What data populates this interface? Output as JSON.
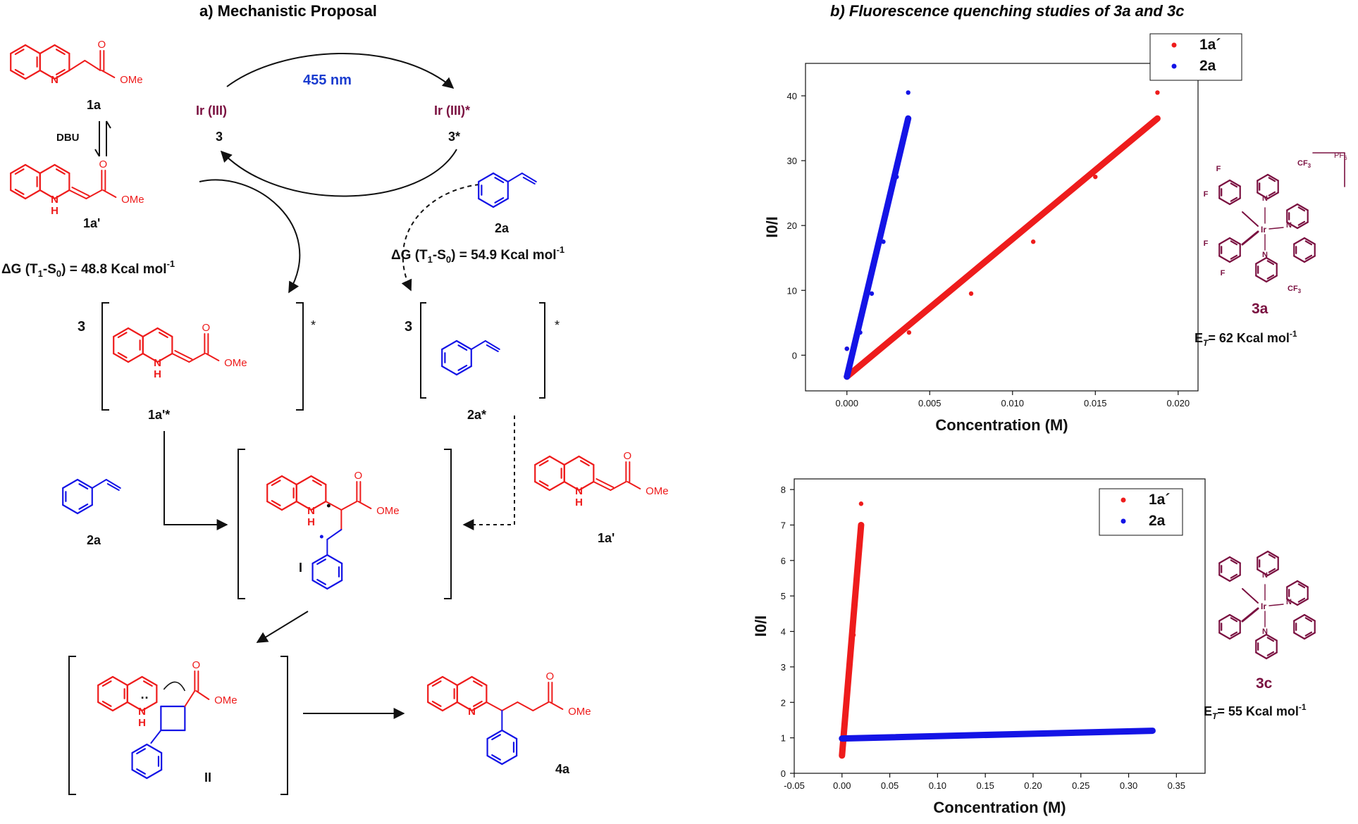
{
  "panel_a": {
    "title": "a)  Mechanistic Proposal",
    "light": "455 nm",
    "catalyst": "Ir (III)",
    "catalyst_excited": "Ir (III)*",
    "cat_num": "3",
    "cat_excited_num": "3*",
    "base": "DBU",
    "labels": {
      "l1a": "1a",
      "l1a_prime": "1a'",
      "l2a": "2a",
      "l1a_star": "1a'*",
      "l2a_star": "2a*",
      "l2a_lower": "2a",
      "l1a_prime_right": "1a'",
      "int_I": "I",
      "int_II": "II",
      "l4a": "4a"
    },
    "triplet": "3",
    "star": "*",
    "ome": "OMe",
    "n": "N",
    "h": "H",
    "dg_left_prefix": "ΔG (T",
    "dg_left_s1": "1",
    "dg_left_mid": "-S",
    "dg_left_s2": "0",
    "dg_left_value": ") = 48.8 Kcal mol",
    "dg_left_exp": "-1",
    "dg_right_prefix": "ΔG (T",
    "dg_right_s1": "1",
    "dg_right_mid": "-S",
    "dg_right_s2": "0",
    "dg_right_value": ") = 54.9 Kcal mol",
    "dg_right_exp": "-1",
    "lone_pair": "··"
  },
  "panel_b": {
    "title": "b) Fluorescence quenching studies of 3a and 3c",
    "cat_3a": {
      "label": "3a",
      "et_prefix": "E",
      "et_sub": "T",
      "et_value": "= 62 Kcal mol",
      "et_exp": "-1",
      "counterion": "PF",
      "counterion_sub": "6",
      "cf3": "CF",
      "cf3_sub": "3",
      "f": "F",
      "ir": "Ir",
      "n": "N"
    },
    "cat_3c": {
      "label": "3c",
      "et_prefix": "E",
      "et_sub": "T",
      "et_value": "= 55 Kcal mol",
      "et_exp": "-1",
      "ir": "Ir",
      "n": "N"
    }
  },
  "colors": {
    "red": "#ee1c1c",
    "blue": "#1414e6",
    "maroon": "#7a1040",
    "black": "#111111"
  },
  "chart_data": [
    {
      "type": "scatter",
      "title": "",
      "xlabel": "Concentration (M)",
      "ylabel": "I0/I",
      "xlim": [
        -0.0025,
        0.0212
      ],
      "ylim": [
        -5.5,
        45
      ],
      "xticks": [
        0.0,
        0.005,
        0.01,
        0.015,
        0.02
      ],
      "xtick_labels": [
        "0.000",
        "0.005",
        "0.010",
        "0.015",
        "0.020"
      ],
      "yticks": [
        0,
        10,
        20,
        30,
        40
      ],
      "ytick_labels": [
        "0",
        "10",
        "20",
        "30",
        "40"
      ],
      "legend": "top-center",
      "series": [
        {
          "name": "1a´",
          "color": "#ee1c1c",
          "points": [
            [
              0.0,
              1.0
            ],
            [
              0.00375,
              3.5
            ],
            [
              0.0075,
              9.5
            ],
            [
              0.01125,
              17.5
            ],
            [
              0.015,
              27.5
            ],
            [
              0.01875,
              40.5
            ]
          ],
          "fit": [
            [
              0.0,
              -3.3
            ],
            [
              0.01875,
              36.5
            ]
          ]
        },
        {
          "name": "2a",
          "color": "#1414e6",
          "points": [
            [
              0.0,
              1.0
            ],
            [
              0.0008,
              3.5
            ],
            [
              0.0015,
              9.5
            ],
            [
              0.0022,
              17.5
            ],
            [
              0.003,
              27.5
            ],
            [
              0.0037,
              40.5
            ]
          ],
          "fit": [
            [
              0.0,
              -3.3
            ],
            [
              0.0037,
              36.5
            ]
          ]
        }
      ]
    },
    {
      "type": "scatter",
      "title": "",
      "xlabel": "Concentration (M)",
      "ylabel": "I0/I",
      "xlim": [
        -0.05,
        0.38
      ],
      "ylim": [
        0,
        8.3
      ],
      "xticks": [
        -0.05,
        0.0,
        0.05,
        0.1,
        0.15,
        0.2,
        0.25,
        0.3,
        0.35
      ],
      "xtick_labels": [
        "-0.05",
        "0.00",
        "0.05",
        "0.10",
        "0.15",
        "0.20",
        "0.25",
        "0.30",
        "0.35"
      ],
      "yticks": [
        0,
        1,
        2,
        3,
        4,
        5,
        6,
        7,
        8
      ],
      "ytick_labels": [
        "0",
        "1",
        "2",
        "3",
        "4",
        "5",
        "6",
        "7",
        "8"
      ],
      "legend": "top-center",
      "series": [
        {
          "name": "1a´",
          "color": "#ee1c1c",
          "points": [
            [
              0.0,
              1.0
            ],
            [
              0.004,
              1.9
            ],
            [
              0.008,
              2.9
            ],
            [
              0.012,
              3.9
            ],
            [
              0.016,
              5.8
            ],
            [
              0.02,
              7.6
            ]
          ],
          "fit": [
            [
              0.0,
              0.5
            ],
            [
              0.02,
              7.0
            ]
          ]
        },
        {
          "name": "2a",
          "color": "#1414e6",
          "points": [
            [
              0.0,
              1.0
            ],
            [
              0.065,
              1.04
            ],
            [
              0.13,
              1.07
            ],
            [
              0.195,
              1.1
            ],
            [
              0.26,
              1.15
            ],
            [
              0.325,
              1.2
            ]
          ],
          "fit": [
            [
              0.0,
              0.98
            ],
            [
              0.325,
              1.2
            ]
          ]
        }
      ]
    }
  ]
}
